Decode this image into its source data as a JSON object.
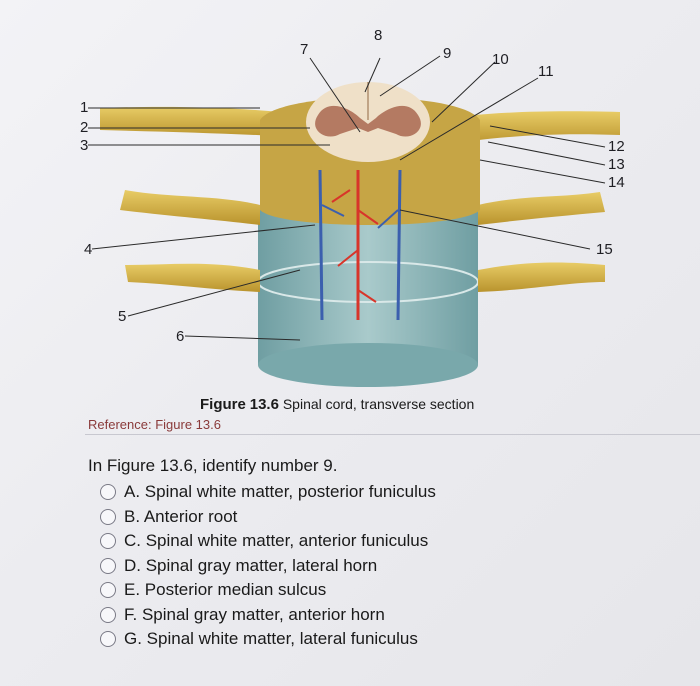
{
  "figure": {
    "labels": {
      "n1": "1",
      "n2": "2",
      "n3": "3",
      "n4": "4",
      "n5": "5",
      "n6": "6",
      "n7": "7",
      "n8": "8",
      "n9": "9",
      "n10": "10",
      "n11": "11",
      "n12": "12",
      "n13": "13",
      "n14": "14",
      "n15": "15"
    },
    "colors": {
      "nerve": "#d9b84a",
      "cord": "#8fb4b6",
      "gray_matter": "#b47a62",
      "white_matter": "#efe0c8",
      "artery": "#d8352a",
      "vein": "#3b5fae"
    }
  },
  "caption": {
    "figure_label": "Figure",
    "figure_number": "13.6",
    "title": "Spinal cord, transverse section"
  },
  "reference": "Reference: Figure 13.6",
  "question": "In Figure 13.6, identify number 9.",
  "options": [
    {
      "text": "A. Spinal white matter, posterior funiculus"
    },
    {
      "text": "B. Anterior root"
    },
    {
      "text": "C. Spinal white matter, anterior funiculus"
    },
    {
      "text": "D. Spinal gray matter, lateral horn"
    },
    {
      "text": "E. Posterior median sulcus"
    },
    {
      "text": "F.  Spinal gray matter, anterior horn"
    },
    {
      "text": "G. Spinal white matter, lateral funiculus"
    }
  ]
}
